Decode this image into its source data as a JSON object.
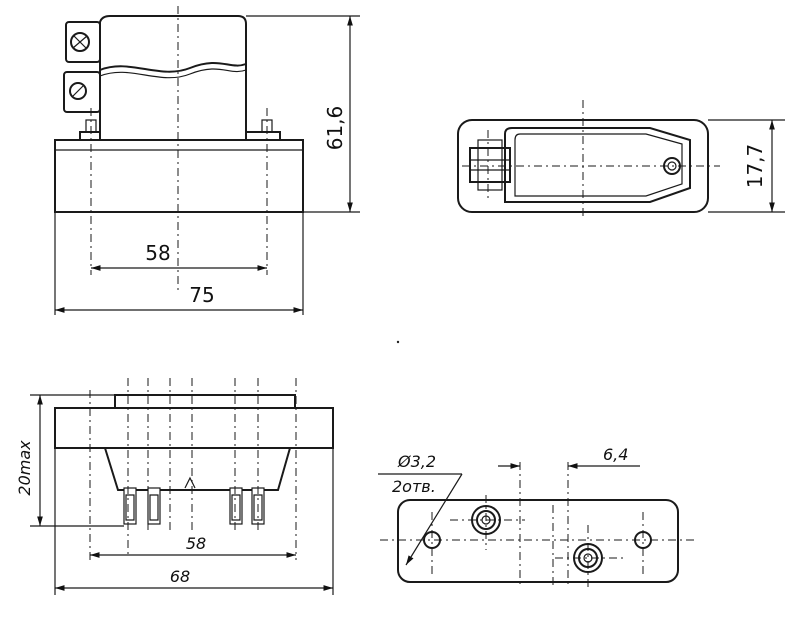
{
  "view_front": {
    "dim_height": "61,6",
    "dim_pins": "58",
    "dim_width": "75"
  },
  "view_side": {
    "dim_height": "17,7"
  },
  "view_bottom": {
    "dim_height": "20max",
    "dim_pins": "58",
    "dim_width": "68"
  },
  "view_mount": {
    "hole_dia": "Ø3,2",
    "hole_count": "2отв.",
    "pitch": "6,4"
  }
}
